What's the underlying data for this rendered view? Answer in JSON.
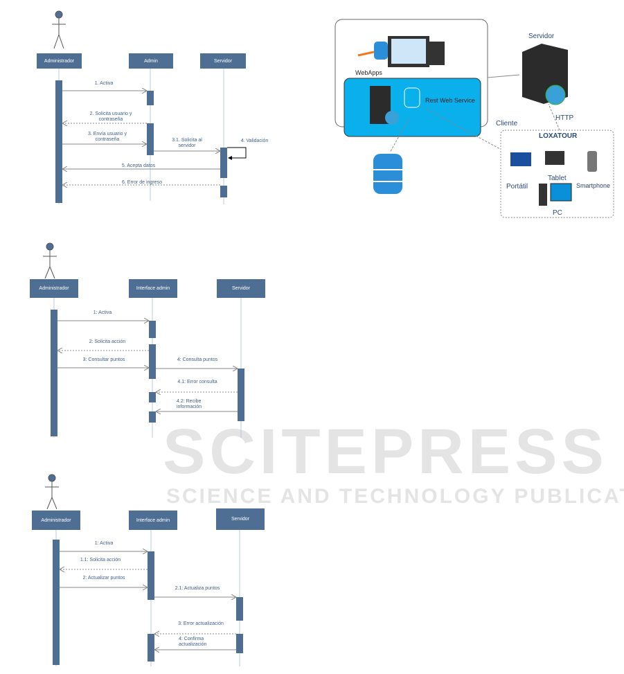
{
  "diagram1": {
    "lifelines": [
      "Administrador",
      "Admin",
      "Servidor"
    ],
    "messages": [
      "1. Activa",
      "2. Solicita usuario y contraseña",
      "3. Envía usuario y contraseña",
      "3.1. Solicita al servidor",
      "4. Validación",
      "5. Acepta datos",
      "6. Error de ingreso"
    ]
  },
  "diagram2": {
    "lifelines": [
      "Administrador",
      "Interface admin",
      "Servidor"
    ],
    "messages": [
      "1: Activa",
      "2: Solicita acción",
      "3: Consultar puntos",
      "4: Consulta puntos",
      "4.1: Error consulta",
      "4.2: Recibe información"
    ]
  },
  "diagram3": {
    "lifelines": [
      "Administrador",
      "Interface admin",
      "Servidor"
    ],
    "messages": [
      "1: Activa",
      "1.1: Solicita acción",
      "2: Actualizar puntos",
      "2.1: Actualiza puntos",
      "3: Error actualización",
      "4: Confirma actualización"
    ]
  },
  "architecture": {
    "webapps": "WebApps",
    "rest": "Rest Web Service",
    "servidor": "Servidor",
    "http": "HTTP",
    "cliente": "Cliente",
    "loxatour": "LOXATOUR",
    "portatil": "Portátil",
    "tablet": "Tablet",
    "smartphone": "Smartphone",
    "pc": "PC"
  },
  "watermark": {
    "line1": "SCITEPRESS",
    "line2": "SCIENCE AND TECHNOLOGY PUBLICATIONS"
  }
}
